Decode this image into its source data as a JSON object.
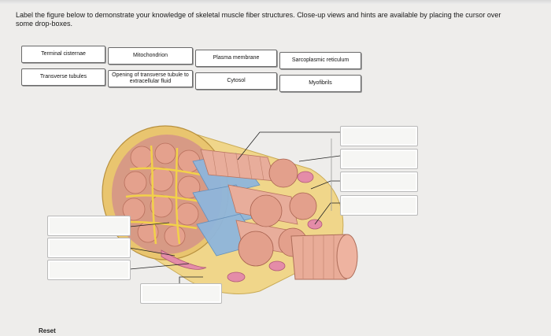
{
  "instructions": "Label the figure below to demonstrate your knowledge of skeletal muscle fiber structures. Close-up views and hints are available by placing the cursor over some drop-boxes.",
  "term_bank": [
    {
      "label": "Terminal cisternae"
    },
    {
      "label": "Mitochondrion"
    },
    {
      "label": "Plasma membrane"
    },
    {
      "label": "Sarcoplasmic reticulum"
    },
    {
      "label": "Transverse tubules"
    },
    {
      "label": "Opening of transverse tubule to extracellular fluid"
    },
    {
      "label": "Cytosol"
    },
    {
      "label": "Myofibrils"
    }
  ],
  "drop_zones_right": [
    {
      "value": ""
    },
    {
      "value": ""
    },
    {
      "value": ""
    },
    {
      "value": ""
    }
  ],
  "drop_zones_left": [
    {
      "value": ""
    },
    {
      "value": ""
    },
    {
      "value": ""
    },
    {
      "value": ""
    }
  ],
  "reset_label": "Reset",
  "colors": {
    "membrane": "#f0d68a",
    "myofibril": "#e6a99a",
    "sr": "#8fb6dc",
    "t_tubule": "#f2d14a",
    "mitochondrion": "#e48ca8"
  }
}
